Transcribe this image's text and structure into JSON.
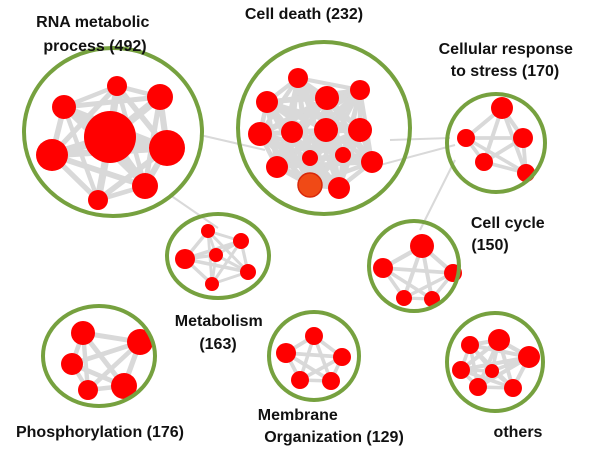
{
  "colors": {
    "node": "#ff0000",
    "node_highlight": "#f04a16",
    "cluster_ring": "#76a13f",
    "edge": "#d9d9d9"
  },
  "clusters": [
    {
      "id": "rna",
      "label_lines": [
        "RNA metabolic",
        "process (492)"
      ]
    },
    {
      "id": "celldeath",
      "label_lines": [
        "Cell death (232)"
      ]
    },
    {
      "id": "stress",
      "label_lines": [
        "Cellular response",
        "to stress (170)"
      ]
    },
    {
      "id": "metabolism",
      "label_lines": [
        "Metabolism",
        "(163)"
      ]
    },
    {
      "id": "cellcycle",
      "label_lines": [
        "Cell cycle",
        "(150)"
      ]
    },
    {
      "id": "phospho",
      "label_lines": [
        "Phosphorylation (176)"
      ]
    },
    {
      "id": "membrane",
      "label_lines": [
        "Membrane",
        "Organization (129)"
      ]
    },
    {
      "id": "others",
      "label_lines": [
        "others"
      ]
    }
  ]
}
